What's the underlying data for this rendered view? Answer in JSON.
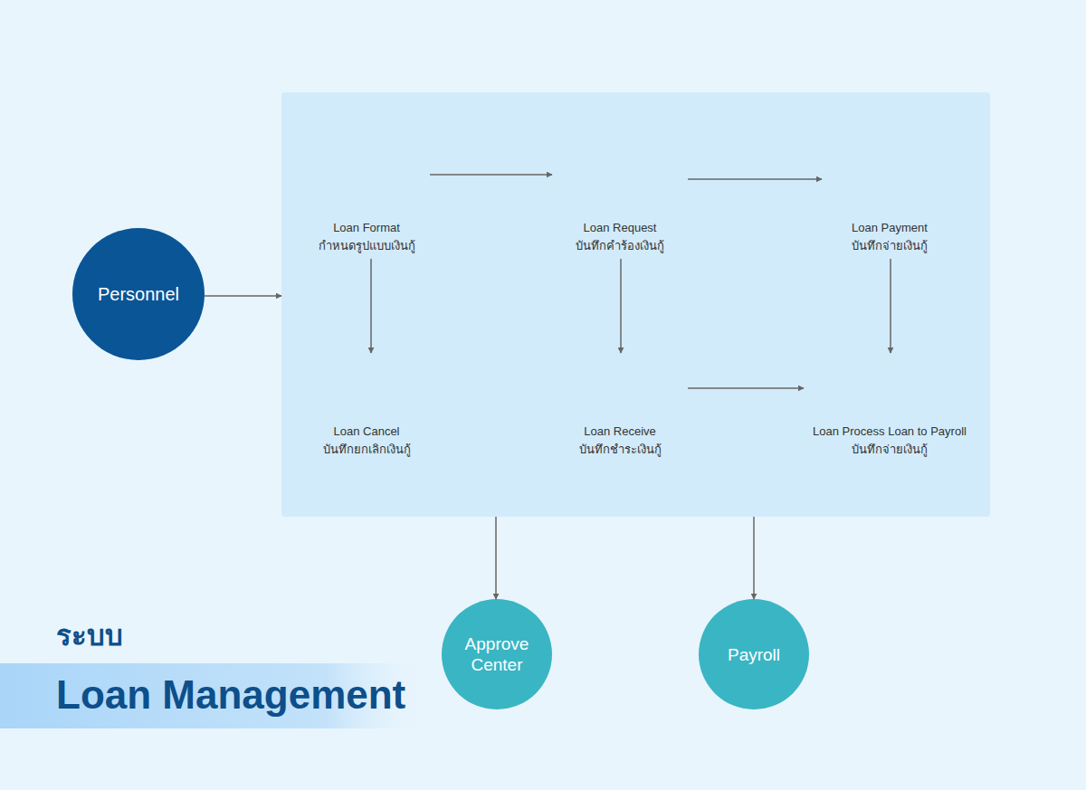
{
  "diagram": {
    "title": "Loan Management",
    "nodes": [
      {
        "text": [
          "Personnel"
        ]
      },
      {
        "text": []
      },
      {
        "text": [
          "Loan Format",
          "กำหนดรูปแบบเงินกู้"
        ],
        "in": 1
      },
      {
        "text": [
          "Loan Request",
          "บันทึกคำร้องเงินกู้"
        ],
        "in": 1
      },
      {
        "text": [
          "Loan Payment",
          "บันทึกจ่ายเงินกู้"
        ],
        "in": 1
      },
      {
        "text": [
          "Loan Cancel",
          "บันทึกยกเลิกเงินกู้"
        ],
        "in": 1
      },
      {
        "text": [
          "Loan Receive",
          "บันทึกชำระเงินกู้"
        ],
        "in": 1
      },
      {
        "text": [
          "Loan Process Loan to Payroll",
          "บันทึกจ่ายเงินกู้"
        ],
        "in": 1
      },
      {
        "text": [
          "Approve Center"
        ]
      },
      {
        "text": [
          "Payroll"
        ]
      }
    ],
    "edges": [
      {
        "from": 0,
        "to": 1,
        "arrow": "to"
      },
      {
        "from": 2,
        "to": 3,
        "arrow": "to"
      },
      {
        "from": 3,
        "to": 4,
        "arrow": "to"
      },
      {
        "from": 2,
        "to": 5,
        "arrow": "to"
      },
      {
        "from": 3,
        "to": 6,
        "arrow": "to"
      },
      {
        "from": 4,
        "to": 7,
        "arrow": "to"
      },
      {
        "from": 6,
        "to": 7,
        "arrow": "to"
      },
      {
        "from": 1,
        "to": 8,
        "arrow": "to"
      },
      {
        "from": 1,
        "to": 9,
        "arrow": "to"
      }
    ],
    "labels": [
      "ระบบ"
    ]
  }
}
